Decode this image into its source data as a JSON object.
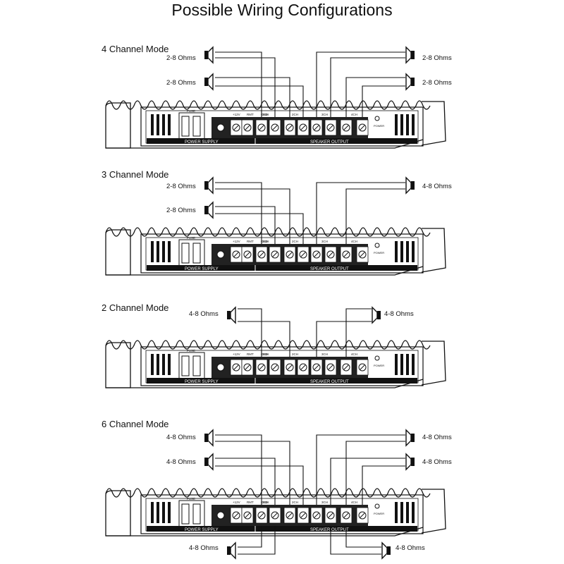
{
  "title": "Possible Wiring Configurations",
  "panel_labels": {
    "power_supply": "POWER SUPPLY",
    "speaker_output": "SPEAKER OUTPUT",
    "fuse": "FUSE",
    "power_terminals": [
      "+12V",
      "RMT",
      "GND"
    ],
    "channels": [
      "1CH",
      "2CH",
      "3CH",
      "4CH"
    ],
    "power": "POWER"
  },
  "modes": [
    {
      "title": "4 Channel Mode",
      "left_speakers": [
        "2-8 Ohms",
        "2-8 Ohms"
      ],
      "right_speakers": [
        "2-8 Ohms",
        "2-8 Ohms"
      ],
      "bottom_speakers": []
    },
    {
      "title": "3 Channel Mode",
      "left_speakers": [
        "2-8 Ohms",
        "2-8 Ohms"
      ],
      "right_speakers": [
        "4-8 Ohms"
      ],
      "bottom_speakers": []
    },
    {
      "title": "2 Channel Mode",
      "left_speakers": [
        "4-8 Ohms"
      ],
      "right_speakers": [
        "4-8 Ohms"
      ],
      "bottom_speakers": []
    },
    {
      "title": "6 Channel Mode",
      "left_speakers": [
        "4-8 Ohms",
        "4-8 Ohms"
      ],
      "right_speakers": [
        "4-8 Ohms",
        "4-8 Ohms"
      ],
      "bottom_speakers": [
        "4-8 Ohms",
        "4-8 Ohms"
      ]
    }
  ]
}
